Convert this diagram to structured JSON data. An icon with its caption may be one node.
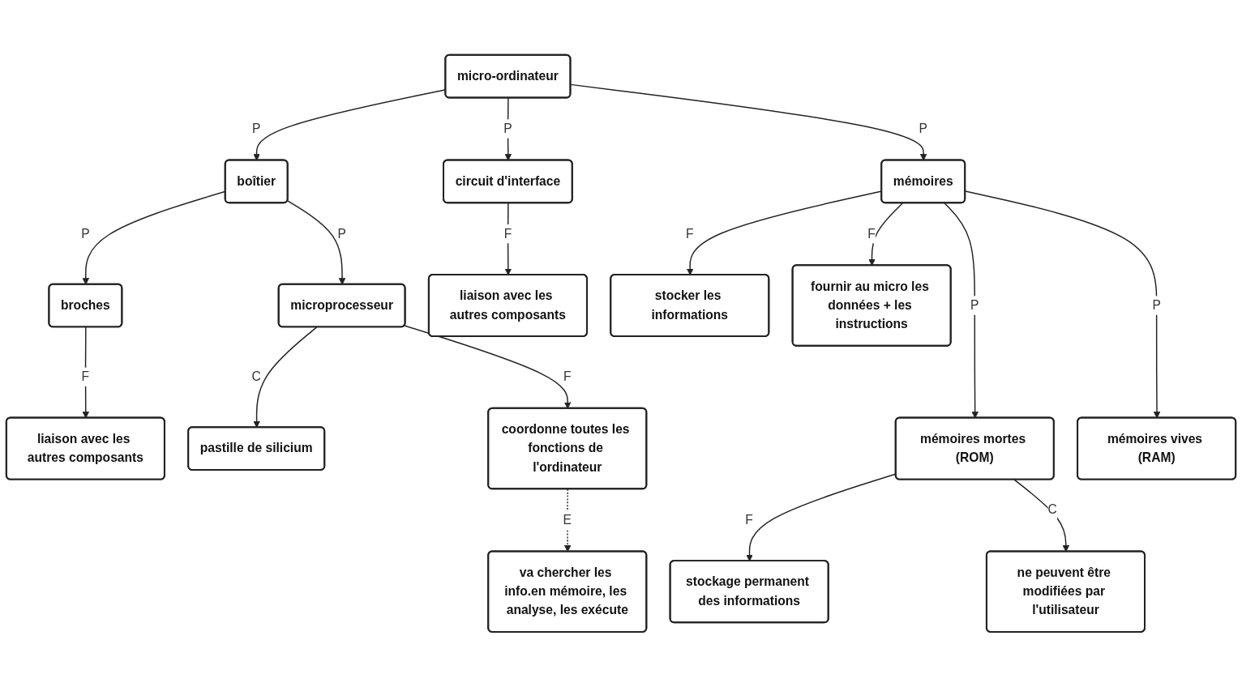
{
  "diagram": {
    "nodes": [
      {
        "text": [
          "micro-ordinateur"
        ]
      },
      {
        "text": [
          "boîtier"
        ]
      },
      {
        "text": [
          "circuit d'interface"
        ]
      },
      {
        "text": [
          "mémoires"
        ]
      },
      {
        "text": [
          "broches"
        ]
      },
      {
        "text": [
          "microprocesseur"
        ]
      },
      {
        "text": [
          "liaison avec les autres composants"
        ]
      },
      {
        "text": [
          "stocker les informations"
        ]
      },
      {
        "text": [
          "liaison avec les autres composants"
        ]
      },
      {
        "text": [
          "pastille de silicium"
        ]
      },
      {
        "text": [
          "coordonne toutes les fonctions de l'ordinateur"
        ]
      },
      {
        "text": [
          "fournir au micro les données + les instructions"
        ]
      },
      {
        "text": [
          "va chercher les info.en mémoire, les analyse, les exécute"
        ]
      },
      {
        "text": [
          "stockage permanent des informations"
        ]
      },
      {
        "text": [
          "mémoires mortes (ROM)"
        ]
      },
      {
        "text": [
          "mémoires vives (RAM)"
        ]
      },
      {
        "text": [
          "ne peuvent être modifiées par l'utilisateur"
        ]
      }
    ],
    "edges": [
      {
        "from": 0,
        "to": 1,
        "arrow": "to",
        "label": "P"
      },
      {
        "from": 0,
        "to": 2,
        "arrow": "to",
        "label": "P"
      },
      {
        "from": 0,
        "to": 3,
        "arrow": "to",
        "label": "P"
      },
      {
        "from": 1,
        "to": 4,
        "arrow": "to",
        "label": "P"
      },
      {
        "from": 1,
        "to": 5,
        "arrow": "to",
        "label": "P"
      },
      {
        "from": 2,
        "to": 6,
        "arrow": "to",
        "label": "F"
      },
      {
        "from": 3,
        "to": 7,
        "arrow": "to",
        "label": "F"
      },
      {
        "from": 3,
        "to": 11,
        "arrow": "to",
        "label": "F"
      },
      {
        "from": 3,
        "to": 14,
        "arrow": "to",
        "label": "P"
      },
      {
        "from": 3,
        "to": 15,
        "arrow": "to",
        "label": "P"
      },
      {
        "from": 4,
        "to": 8,
        "arrow": "to",
        "label": "F"
      },
      {
        "from": 5,
        "to": 9,
        "arrow": "to",
        "label": "C"
      },
      {
        "from": 5,
        "to": 10,
        "arrow": "to",
        "label": "F"
      },
      {
        "from": 10,
        "to": 12,
        "arrow": "to",
        "label": "E",
        "style": "dashed"
      },
      {
        "from": 14,
        "to": 13,
        "arrow": "to",
        "label": "F"
      },
      {
        "from": 14,
        "to": 16,
        "arrow": "to",
        "label": "C"
      }
    ]
  }
}
